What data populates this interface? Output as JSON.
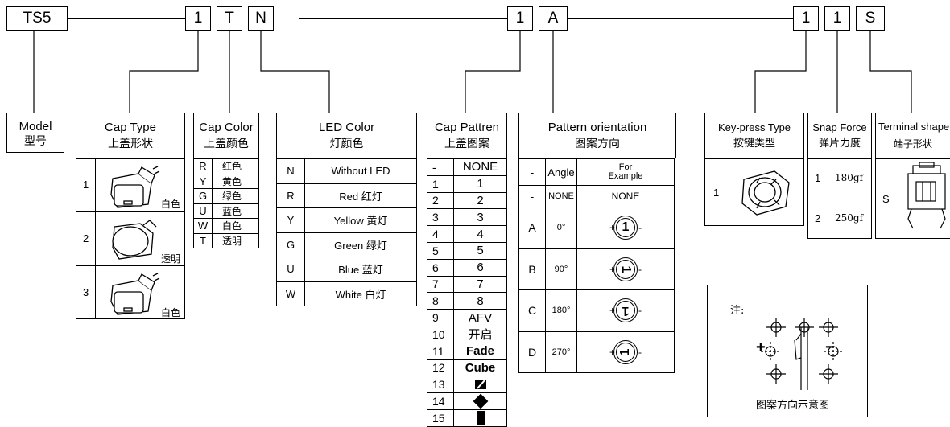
{
  "code": {
    "model": "TS5",
    "d1": "1",
    "d2": "T",
    "d3": "N",
    "d4": "1",
    "d5": "A",
    "d6": "1",
    "d7": "1",
    "d8": "S"
  },
  "model": {
    "title": "Model",
    "title_cn": "型号"
  },
  "cap_type": {
    "title": "Cap Type",
    "title_cn": "上盖形状",
    "rows": [
      {
        "code": "1",
        "note": "白色"
      },
      {
        "code": "2",
        "note": "透明"
      },
      {
        "code": "3",
        "note": "白色"
      }
    ]
  },
  "cap_color": {
    "title": "Cap Color",
    "title_cn": "上盖颜色",
    "rows": [
      {
        "code": "R",
        "name": "红色"
      },
      {
        "code": "Y",
        "name": "黄色"
      },
      {
        "code": "G",
        "name": "绿色"
      },
      {
        "code": "U",
        "name": "蓝色"
      },
      {
        "code": "W",
        "name": "白色"
      },
      {
        "code": "T",
        "name": "透明"
      }
    ]
  },
  "led_color": {
    "title": "LED Color",
    "title_cn": "灯颜色",
    "rows": [
      {
        "code": "N",
        "name": "Without LED"
      },
      {
        "code": "R",
        "name": "Red  红灯"
      },
      {
        "code": "Y",
        "name": "Yellow 黄灯"
      },
      {
        "code": "G",
        "name": "Green 绿灯"
      },
      {
        "code": "U",
        "name": "Blue  蓝灯"
      },
      {
        "code": "W",
        "name": "White 白灯"
      }
    ]
  },
  "cap_pattern": {
    "title": "Cap Pattren",
    "title_cn": "上盖图案",
    "rows": [
      {
        "code": "-",
        "name": "NONE"
      },
      {
        "code": "1",
        "name": "1"
      },
      {
        "code": "2",
        "name": "2"
      },
      {
        "code": "3",
        "name": "3"
      },
      {
        "code": "4",
        "name": "4"
      },
      {
        "code": "5",
        "name": "5"
      },
      {
        "code": "6",
        "name": "6"
      },
      {
        "code": "7",
        "name": "7"
      },
      {
        "code": "8",
        "name": "8"
      },
      {
        "code": "9",
        "name": "AFV"
      },
      {
        "code": "10",
        "name": "开启"
      },
      {
        "code": "11",
        "name": "Fade"
      },
      {
        "code": "12",
        "name": "Cube"
      },
      {
        "code": "13",
        "name": ""
      },
      {
        "code": "14",
        "name": ""
      },
      {
        "code": "15",
        "name": ""
      }
    ]
  },
  "orientation": {
    "title": "Pattern orientation",
    "title_cn": "图案方向",
    "header": {
      "code": "-",
      "angle": "Angle",
      "example_1": "For",
      "example_2": "Example"
    },
    "none_row": {
      "code": "-",
      "angle": "NONE",
      "example": "NONE"
    },
    "rows": [
      {
        "code": "A",
        "angle": "0°",
        "glyph": "1"
      },
      {
        "code": "B",
        "angle": "90°",
        "glyph": "1"
      },
      {
        "code": "C",
        "angle": "180°",
        "glyph": "1"
      },
      {
        "code": "D",
        "angle": "270°",
        "glyph": "1"
      }
    ],
    "plus": "+",
    "minus": "-"
  },
  "keypress": {
    "title": "Key-press Type",
    "title_cn": "按键类型",
    "code": "1"
  },
  "snap": {
    "title": "Snap Force",
    "title_cn": "弹片力度",
    "rows": [
      {
        "code": "1",
        "value": "180gf"
      },
      {
        "code": "2",
        "value": "250gf"
      }
    ]
  },
  "terminal": {
    "title": "Terminal shape",
    "title_cn": "端子形状",
    "code": "S"
  },
  "note": {
    "label": "注:",
    "caption": "图案方向示意图",
    "plus": "+",
    "minus": "−"
  }
}
